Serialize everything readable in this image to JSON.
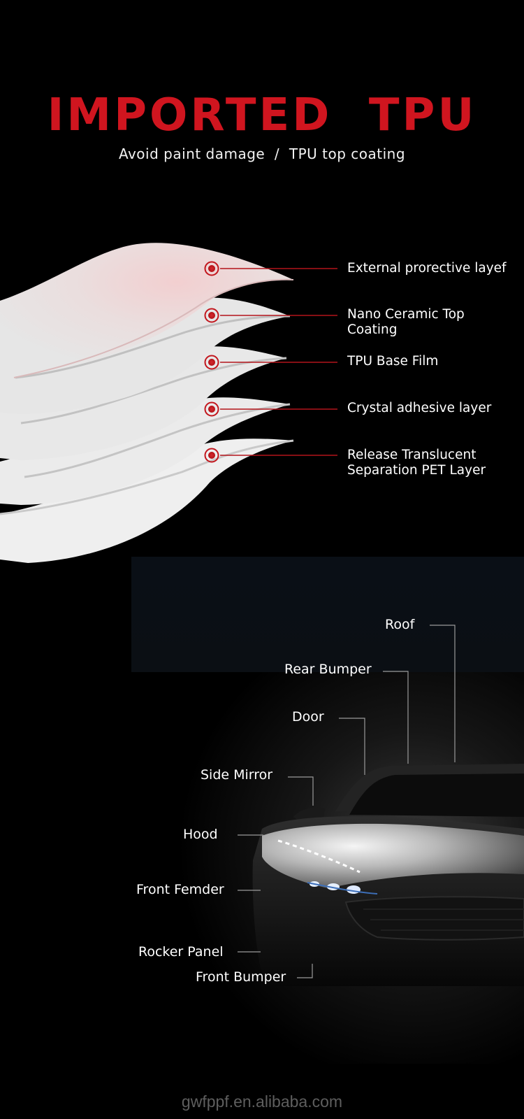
{
  "header": {
    "title": "IMPORTED  TPU",
    "subtitle": "Avoid paint damage  /  TPU top coating",
    "title_color": "#d0151f"
  },
  "layers": [
    {
      "label": "External  prorective layef",
      "icon": "target-dot-icon"
    },
    {
      "label": "Nano Ceramic Top\nCoating",
      "icon": "target-dot-icon"
    },
    {
      "label": "TPU Base Film",
      "icon": "target-dot-icon"
    },
    {
      "label": "Crystal adhesive layer",
      "icon": "target-dot-icon"
    },
    {
      "label": "Release Translucent\nSeparation PET Layer",
      "icon": "target-dot-icon"
    }
  ],
  "car_parts": {
    "roof": "Roof",
    "rear_bumper": "Rear Bumper",
    "door": "Door",
    "side_mirror": "Side Mirror",
    "hood": "Hood",
    "front_fender": "Front Femder",
    "rocker_panel": "Rocker Panel",
    "front_bumper": "Front Bumper"
  },
  "watermark": "gwfppf.en.alibaba.com",
  "colors": {
    "accent": "#d0151f",
    "background": "#000000"
  }
}
